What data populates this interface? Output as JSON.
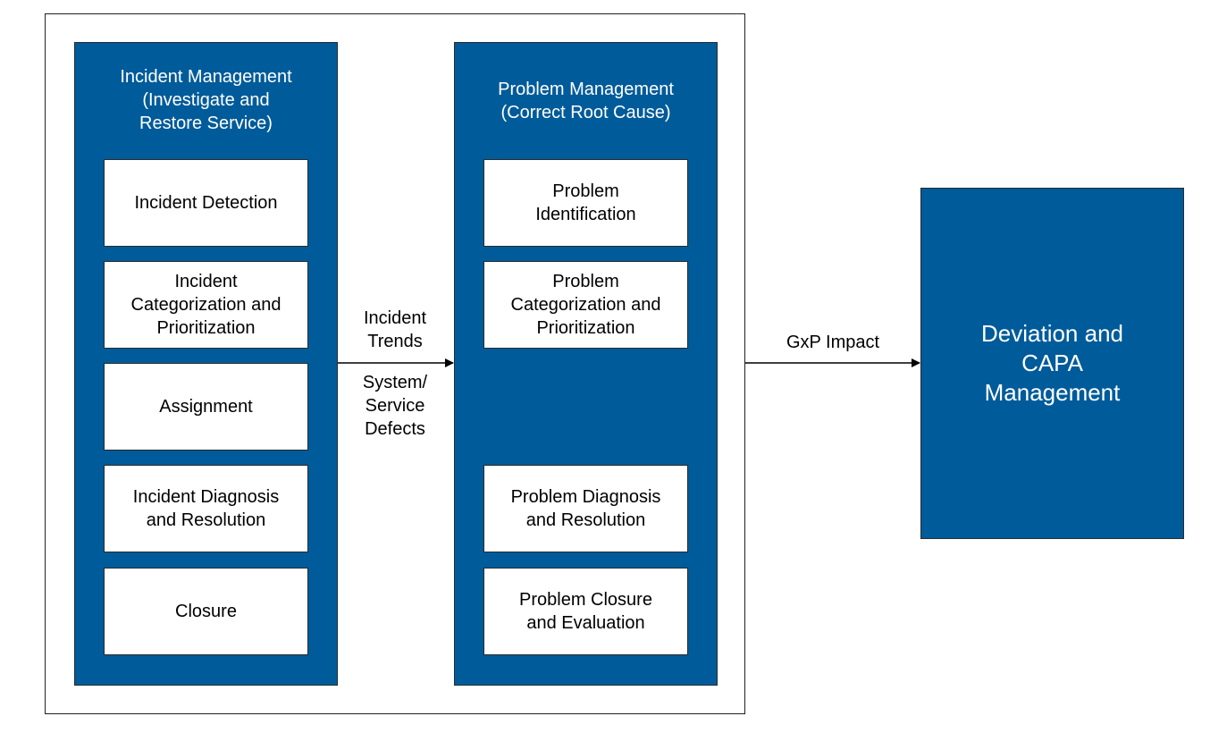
{
  "incident_panel": {
    "title": "Incident Management\n(Investigate and\nRestore Service)",
    "steps": [
      "Incident Detection",
      "Incident\nCategorization and\nPrioritization",
      "Assignment",
      "Incident Diagnosis\nand Resolution",
      "Closure"
    ]
  },
  "connector_labels": {
    "incident_trends": "Incident\nTrends",
    "system_defects": "System/\nService\nDefects",
    "gxp_impact": "GxP Impact"
  },
  "problem_panel": {
    "title": "Problem Management\n(Correct Root Cause)",
    "steps": [
      "Problem\nIdentification",
      "Problem\nCategorization and\nPrioritization",
      "Problem Diagnosis\nand Resolution",
      "Problem Closure\nand Evaluation"
    ]
  },
  "target": {
    "label": "Deviation and\nCAPA\nManagement"
  },
  "colors": {
    "panel_blue": "#005b9a",
    "box_white": "#ffffff",
    "line": "#000000"
  }
}
